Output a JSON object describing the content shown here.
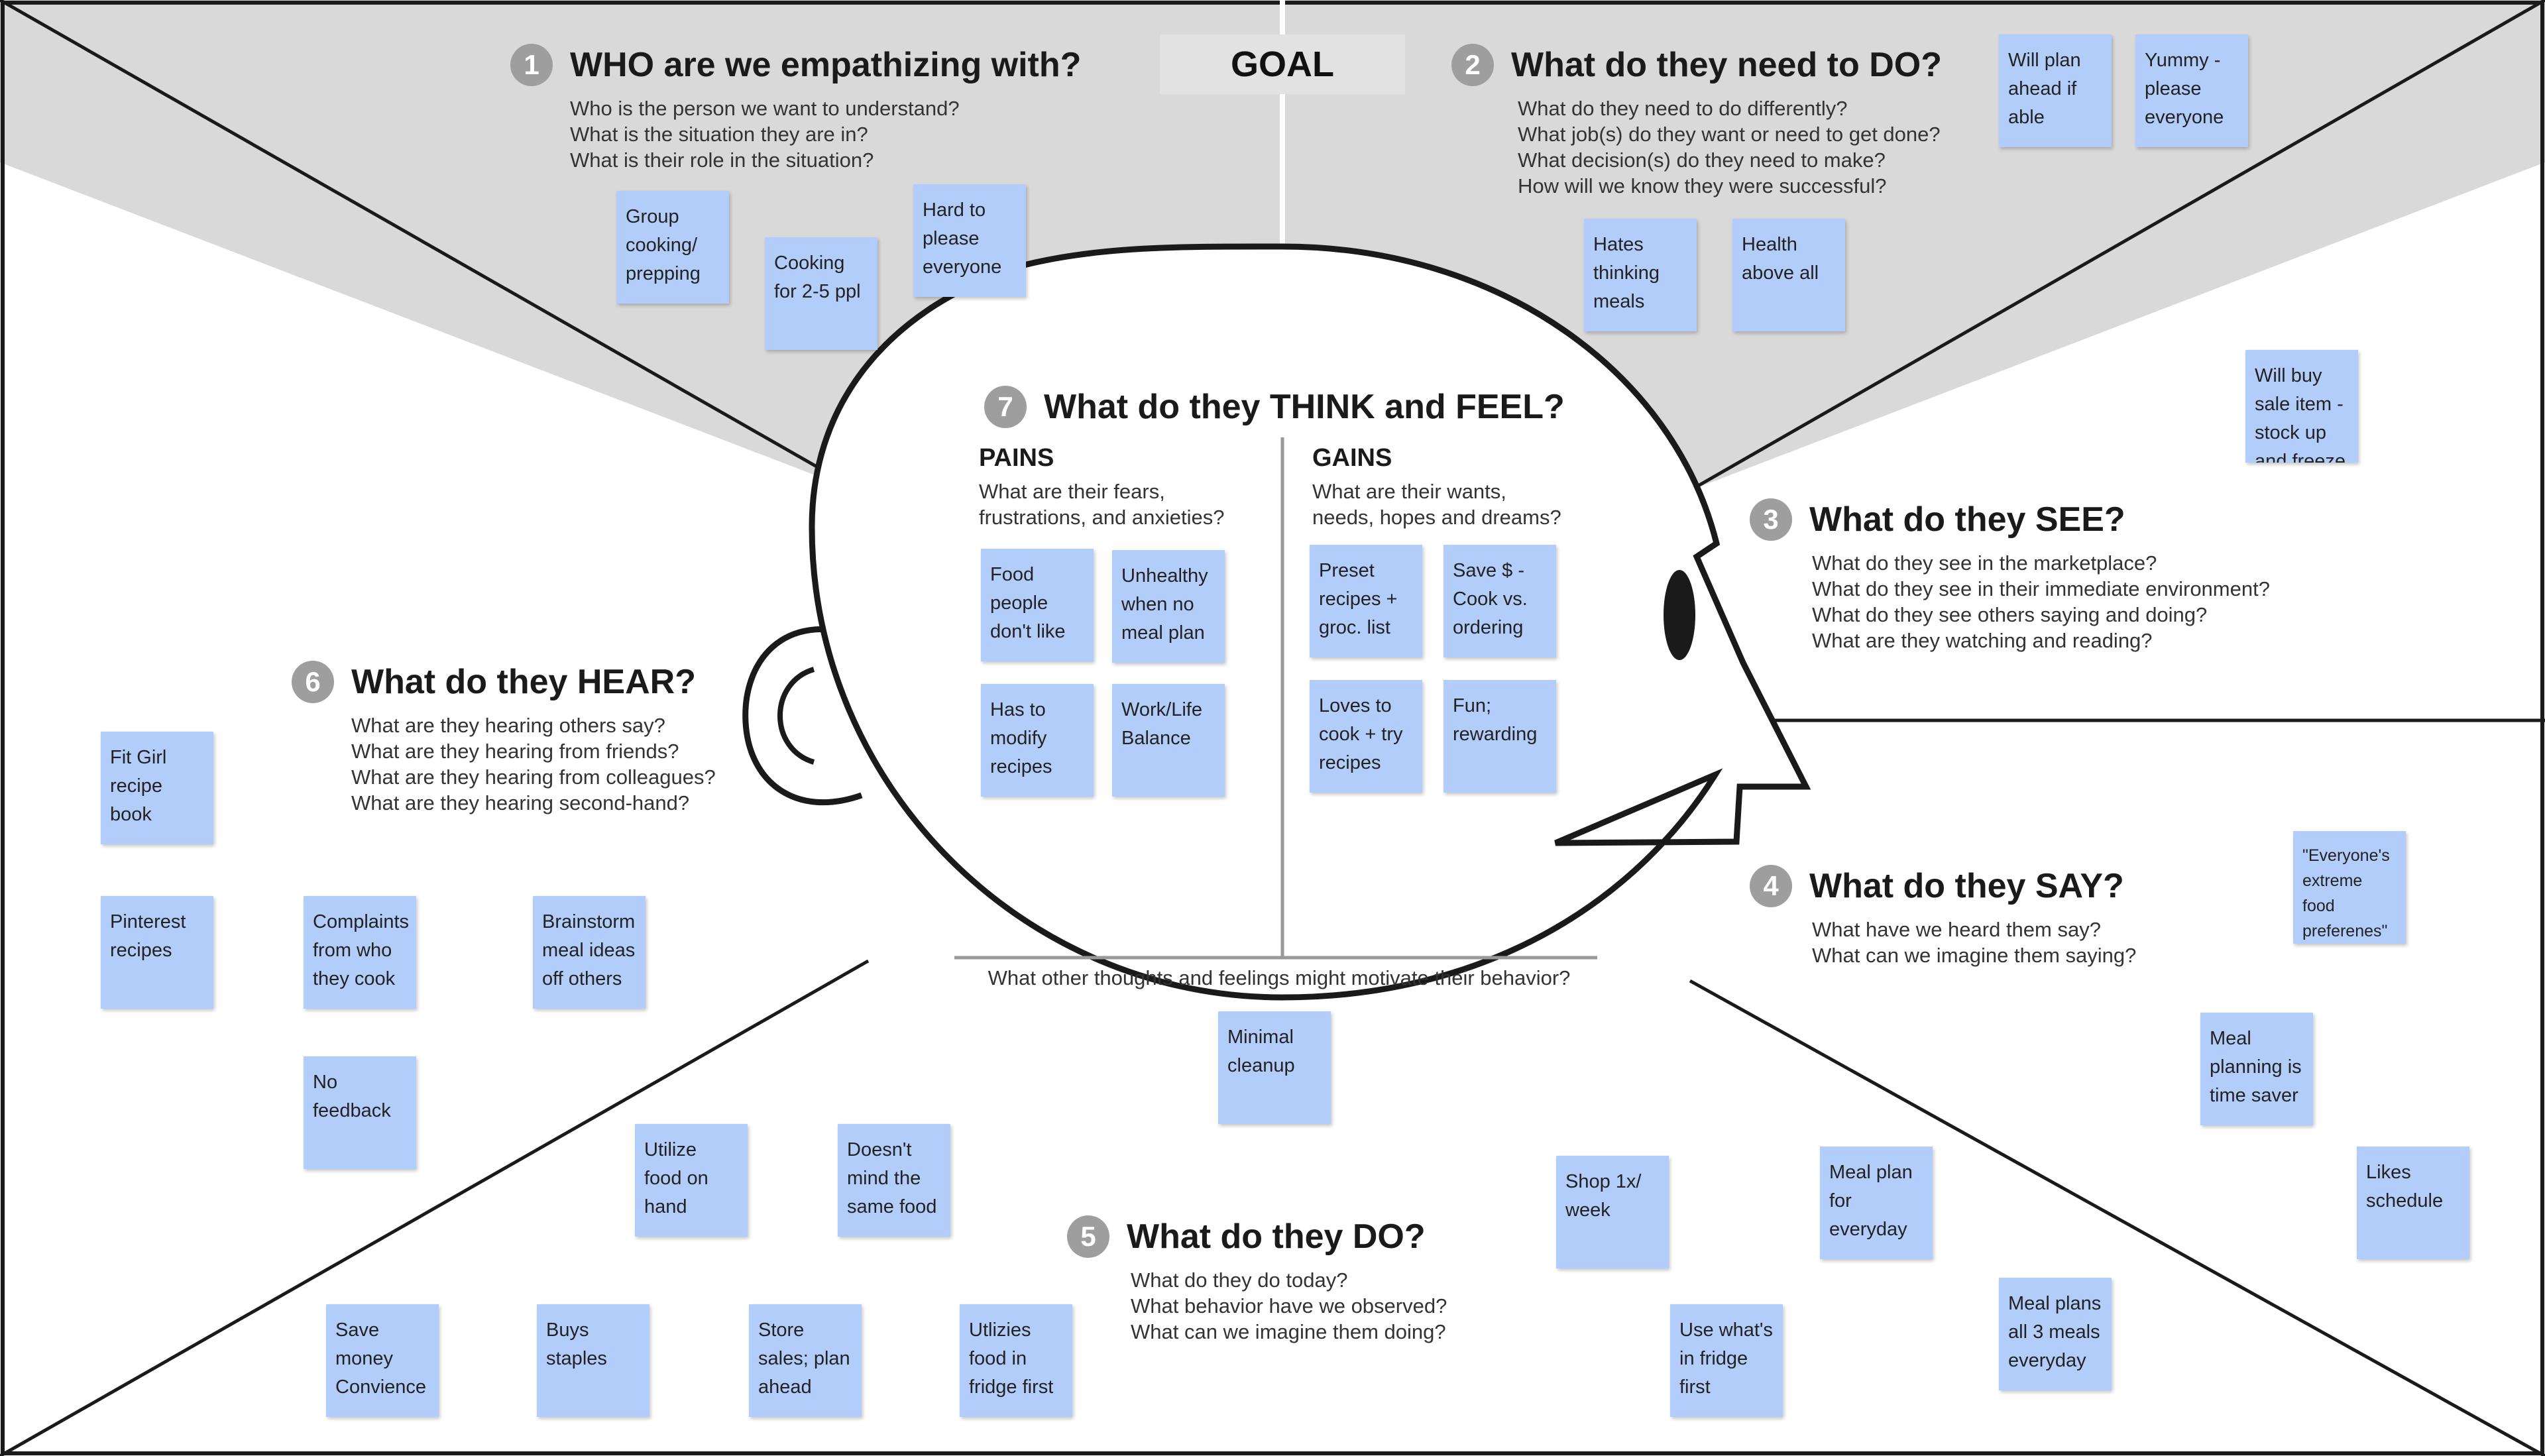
{
  "goal": "GOAL",
  "sections": {
    "who": {
      "number": "1",
      "title": "WHO are we empathizing with?",
      "questions": [
        "Who is the person we want to understand?",
        "What is the situation they are in?",
        "What is their role in the situation?"
      ]
    },
    "need": {
      "number": "2",
      "title": "What do they need to DO?",
      "questions": [
        "What do they need to do differently?",
        "What job(s) do they want or need to get done?",
        "What decision(s) do they need to make?",
        "How will we know they were successful?"
      ]
    },
    "see": {
      "number": "3",
      "title": "What do they SEE?",
      "questions": [
        "What do they see in the marketplace?",
        "What do they see in their immediate environment?",
        "What do they see others saying and doing?",
        "What are they watching and reading?"
      ]
    },
    "say": {
      "number": "4",
      "title": "What do they SAY?",
      "questions": [
        "What have we heard them say?",
        "What can we imagine them saying?"
      ]
    },
    "do": {
      "number": "5",
      "title": "What do they DO?",
      "questions": [
        "What do they do today?",
        "What behavior have we observed?",
        "What can we imagine them doing?"
      ]
    },
    "hear": {
      "number": "6",
      "title": "What do they HEAR?",
      "questions": [
        "What are they hearing others say?",
        "What are they hearing from friends?",
        "What are they hearing from colleagues?",
        "What are they hearing second-hand?"
      ]
    },
    "think": {
      "number": "7",
      "title": "What do they THINK and FEEL?",
      "pains_title": "PAINS",
      "pains_desc": [
        "What are their fears,",
        "frustrations, and anxieties?"
      ],
      "gains_title": "GAINS",
      "gains_desc": [
        "What are their wants,",
        "needs, hopes and dreams?"
      ],
      "motivate": "What other thoughts and feelings might motivate their behavior?"
    }
  },
  "notes": {
    "who": [
      [
        "Group",
        "cooking/",
        "prepping"
      ],
      [
        "Cooking",
        "for 2-5 ppl"
      ],
      [
        "Hard to",
        "please",
        "everyone"
      ]
    ],
    "need": [
      [
        "Hates",
        "thinking",
        "meals"
      ],
      [
        "Health",
        "above all"
      ],
      [
        "Will plan",
        "ahead if",
        "able"
      ],
      [
        "Yummy -",
        "please",
        "everyone"
      ]
    ],
    "see": [
      [
        "Will buy",
        "sale item -",
        "stock up",
        "and freeze"
      ]
    ],
    "say": [
      [
        "\"Everyone's",
        "extreme",
        "food",
        "preferenes\""
      ],
      [
        "Meal",
        "planning is",
        "time saver"
      ],
      [
        "Likes",
        "schedule"
      ],
      [
        "Meal plan",
        "for",
        "everyday"
      ],
      [
        "Meal plans",
        "all 3 meals",
        "everyday"
      ]
    ],
    "do": [
      [
        "Utilize",
        "food on",
        "hand"
      ],
      [
        "Doesn't",
        "mind the",
        "same food"
      ],
      [
        "Save",
        "money",
        "Convience"
      ],
      [
        "Buys",
        "staples"
      ],
      [
        "Store",
        "sales; plan",
        "ahead"
      ],
      [
        "Utlizies",
        "food in",
        "fridge first"
      ],
      [
        "Shop 1x/",
        "week"
      ],
      [
        "Use what's",
        "in fridge",
        "first"
      ]
    ],
    "hear": [
      [
        "Fit Girl",
        "recipe",
        "book"
      ],
      [
        "Pinterest",
        "recipes"
      ],
      [
        "Complaints",
        "from who",
        "they cook"
      ],
      [
        "Brainstorm",
        "meal ideas",
        "off others"
      ],
      [
        "No",
        "feedback"
      ]
    ],
    "pains": [
      [
        "Food",
        "people",
        "don't like"
      ],
      [
        "Unhealthy",
        "when no",
        "meal plan"
      ],
      [
        "Has to",
        "modify",
        "recipes"
      ],
      [
        "Work/Life",
        "Balance"
      ]
    ],
    "gains": [
      [
        "Preset",
        "recipes +",
        "groc. list"
      ],
      [
        "Save $ -",
        "Cook vs.",
        "ordering"
      ],
      [
        "Loves to",
        "cook + try",
        "recipes"
      ],
      [
        "Fun;",
        "rewarding"
      ]
    ],
    "motivate": [
      [
        "Minimal",
        "cleanup"
      ]
    ]
  },
  "colors": {
    "goal_band": "#d9d9d9",
    "sticky_note": "#b3cdfb",
    "number_badge": "#9e9e9e",
    "lines": "#1a1a1a"
  }
}
